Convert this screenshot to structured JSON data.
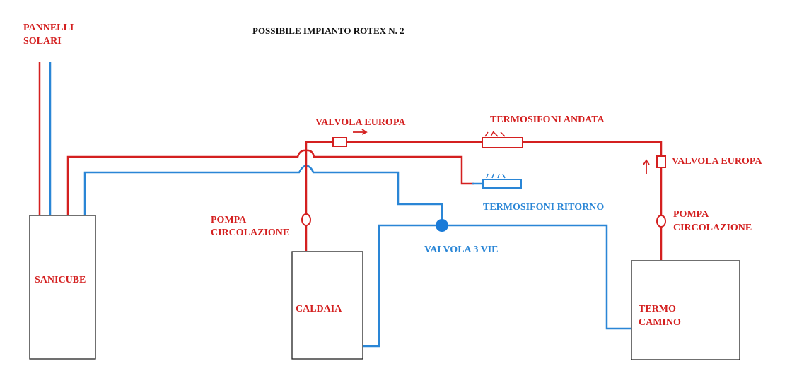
{
  "title": "POSSIBILE IMPIANTO ROTEX N. 2",
  "labels": {
    "pannelli_line1": "PANNELLI",
    "pannelli_line2": "SOLARI",
    "sanicube": "SANICUBE",
    "caldaia": "CALDAIA",
    "termo_camino_line1": "TERMO",
    "termo_camino_line2": "CAMINO",
    "valvola_europa_top": "VALVOLA EUROPA",
    "valvola_europa_right": "VALVOLA EUROPA",
    "termosifoni_andata": "TERMOSIFONI ANDATA",
    "termosifoni_ritorno": "TERMOSIFONI RITORNO",
    "pompa_left_line1": "POMPA",
    "pompa_left_line2": "CIRCOLAZIONE",
    "pompa_right_line1": "POMPA",
    "pompa_right_line2": "CIRCOLAZIONE",
    "valvola_3_vie": "VALVOLA 3 VIE"
  },
  "colors": {
    "hot": "#d42020",
    "cold": "#2a86d6"
  }
}
